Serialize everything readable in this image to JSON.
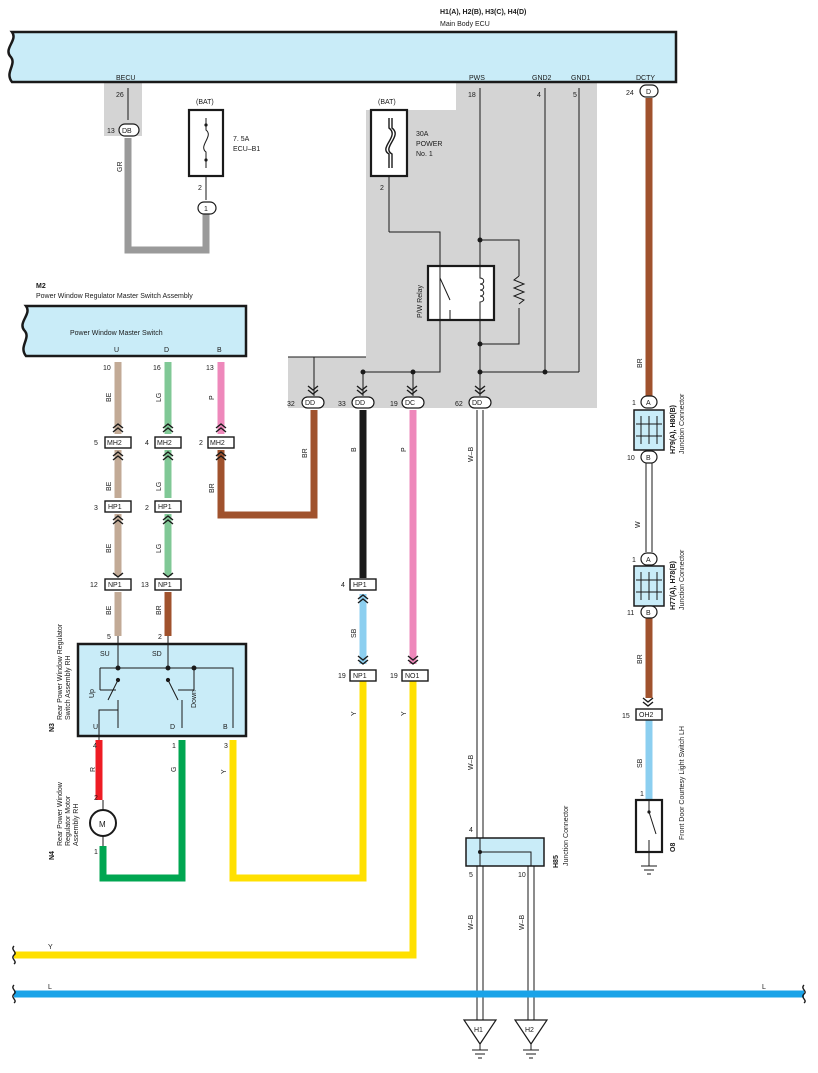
{
  "ecu": {
    "title": "H1(A), H2(B), H3(C), H4(D)",
    "subtitle": "Main Body ECU",
    "pins": [
      {
        "name": "BECU",
        "num": "26"
      },
      {
        "name": "PWS",
        "num": "18"
      },
      {
        "name": "GND2",
        "num": "4"
      },
      {
        "name": "GND1",
        "num": "5"
      },
      {
        "name": "DCTY",
        "num": "24"
      }
    ],
    "dcty_conn": "D"
  },
  "fuse1": {
    "bat": "(BAT)",
    "rating": "7. 5A",
    "name": "ECU–B1",
    "pin": "2",
    "conn": "1"
  },
  "fuse2": {
    "bat": "(BAT)",
    "rating": "30A",
    "name1": "POWER",
    "name2": "No. 1",
    "pin": "2"
  },
  "relay": {
    "label": "P/W Relay"
  },
  "becu_conn": {
    "num": "13",
    "id": "DB"
  },
  "master": {
    "code": "M2",
    "name": "Power Window Regulator Master Switch Assembly",
    "inner": "Power Window Master Switch",
    "pins": [
      {
        "name": "U",
        "num": "10",
        "wire": "BE"
      },
      {
        "name": "D",
        "num": "16",
        "wire": "LG"
      },
      {
        "name": "B",
        "num": "13",
        "wire": "P"
      }
    ]
  },
  "mh2": [
    {
      "num": "5",
      "id": "MH2"
    },
    {
      "num": "4",
      "id": "MH2"
    },
    {
      "num": "2",
      "id": "MH2"
    }
  ],
  "hp1": [
    {
      "num": "3",
      "id": "HP1"
    },
    {
      "num": "2",
      "id": "HP1"
    }
  ],
  "np1": [
    {
      "num": "12",
      "id": "NP1"
    },
    {
      "num": "13",
      "id": "NP1"
    }
  ],
  "lower_wires": {
    "u": "BE",
    "d": "LG",
    "u2": "BE",
    "d2": "BR",
    "br_b": "BR"
  },
  "ecu_conns": [
    {
      "num": "32",
      "id": "DD",
      "wire": "BR"
    },
    {
      "num": "33",
      "id": "DD",
      "wire": "B"
    },
    {
      "num": "19",
      "id": "DC",
      "wire": "P"
    },
    {
      "num": "62",
      "id": "DD",
      "wire": "W–B"
    }
  ],
  "hp1_b": {
    "num": "4",
    "id": "HP1",
    "wire": "SB"
  },
  "np1_b": {
    "num": "19",
    "id": "NP1",
    "wire": "Y"
  },
  "no1": {
    "num": "19",
    "id": "NO1",
    "wire": "Y"
  },
  "rear_switch": {
    "code": "N3",
    "line1": "Rear Power Window Regulator",
    "line2": "Switch Assembly RH",
    "pins_top": [
      {
        "name": "SU",
        "num": "5"
      },
      {
        "name": "SD",
        "num": "2"
      }
    ],
    "pins_bottom": [
      {
        "name": "U",
        "num": "4"
      },
      {
        "name": "D",
        "num": "1"
      },
      {
        "name": "B",
        "num": "3"
      }
    ],
    "up": "Up",
    "down": "Down"
  },
  "motor": {
    "code": "N4",
    "line1": "Rear Power Window",
    "line2": "Regulator Motor",
    "line3": "Assembly RH",
    "symbol": "M",
    "pin_top": "2",
    "pin_bottom": "1",
    "wire_u": "R",
    "wire_d": "G",
    "wire_b": "Y"
  },
  "j_h85": {
    "code": "H85",
    "name": "Junction Connector",
    "pin_in": "4",
    "pin_a": "5",
    "pin_b": "10",
    "wire_in": "W–B",
    "wire_a": "W–B",
    "wire_b": "W–B"
  },
  "j_h79": {
    "code": "H79(A), H80(B)",
    "name": "Junction Connector",
    "pin_top": "1",
    "pin_bottom": "10",
    "a": "A",
    "b": "B"
  },
  "j_h77": {
    "code": "H77(A), H78(B)",
    "name": "Junction Connector",
    "pin_top": "1",
    "pin_bottom": "11",
    "a": "A",
    "b": "B"
  },
  "right_wires": {
    "br1": "BR",
    "w": "W",
    "br2": "BR",
    "sb": "SB"
  },
  "oh2": {
    "num": "15",
    "id": "OH2"
  },
  "courtesy": {
    "code": "O8",
    "name": "Front Door Courtesy Light Switch LH",
    "pin": "1"
  },
  "grounds": [
    {
      "id": "H1"
    },
    {
      "id": "H2"
    }
  ],
  "bus": {
    "y": "Y",
    "l": "L",
    "l2": "L"
  },
  "becu_wire": "GR",
  "colors": {
    "box": "#c9ecf8",
    "gray_band": "#d4d4d4",
    "GR": "#9a9a9a",
    "BE": "#c2aa96",
    "LG": "#80c896",
    "P": "#ee88bb",
    "BR": "#a0522d",
    "B": "#1a1a1a",
    "SB": "#8ccff0",
    "Y": "#ffe000",
    "R": "#ee1c24",
    "G": "#00a651",
    "L": "#1aa3e8",
    "W": "#ffffff"
  }
}
